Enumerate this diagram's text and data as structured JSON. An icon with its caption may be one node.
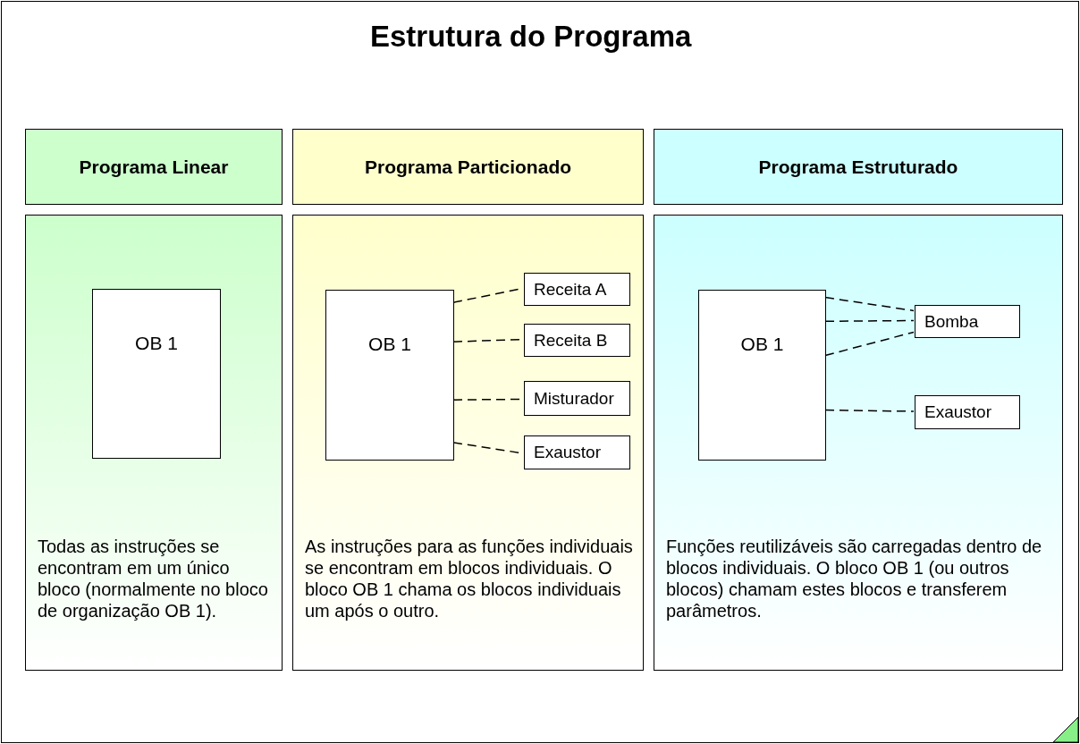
{
  "diagram": {
    "title": "Estrutura do Programa",
    "nodes": [
      {
        "text": [
          "Programa Linear"
        ]
      },
      {
        "text": [
          "Todas as instruções se encontram em um único bloco (normalmente no bloco de organização OB 1)."
        ]
      },
      {
        "text": [
          "OB 1"
        ],
        "in": 1
      },
      {
        "text": [
          "Programa Particionado"
        ]
      },
      {
        "text": [
          "As instruções para as funções individuais se encontram em blocos individuais. O bloco OB 1 chama os blocos individuais um após o outro."
        ]
      },
      {
        "text": [
          "OB 1"
        ],
        "in": 4
      },
      {
        "text": [
          "Receita A"
        ],
        "in": 4
      },
      {
        "text": [
          "Receita B"
        ],
        "in": 4
      },
      {
        "text": [
          "Misturador"
        ],
        "in": 4
      },
      {
        "text": [
          "Exaustor"
        ],
        "in": 4
      },
      {
        "text": [
          "Programa Estruturado"
        ]
      },
      {
        "text": [
          "Funções reutilizáveis são carregadas dentro de blocos individuais. O bloco OB 1 (ou outros blocos) chamam estes blocos e transferem parâmetros."
        ]
      },
      {
        "text": [
          "OB 1"
        ],
        "in": 11
      },
      {
        "text": [
          "Bomba"
        ],
        "in": 11
      },
      {
        "text": [
          "Exaustor"
        ],
        "in": 11
      }
    ],
    "edges": [
      {
        "from": 5,
        "to": 6,
        "arrow": "none",
        "style": "dashed"
      },
      {
        "from": 5,
        "to": 7,
        "arrow": "none",
        "style": "dashed"
      },
      {
        "from": 5,
        "to": 8,
        "arrow": "none",
        "style": "dashed"
      },
      {
        "from": 5,
        "to": 9,
        "arrow": "none",
        "style": "dashed"
      },
      {
        "from": 12,
        "to": 13,
        "arrow": "none",
        "style": "dashed"
      },
      {
        "from": 12,
        "to": 13,
        "arrow": "none",
        "style": "dashed"
      },
      {
        "from": 12,
        "to": 13,
        "arrow": "none",
        "style": "dashed"
      },
      {
        "from": 12,
        "to": 14,
        "arrow": "none",
        "style": "dashed"
      }
    ]
  }
}
